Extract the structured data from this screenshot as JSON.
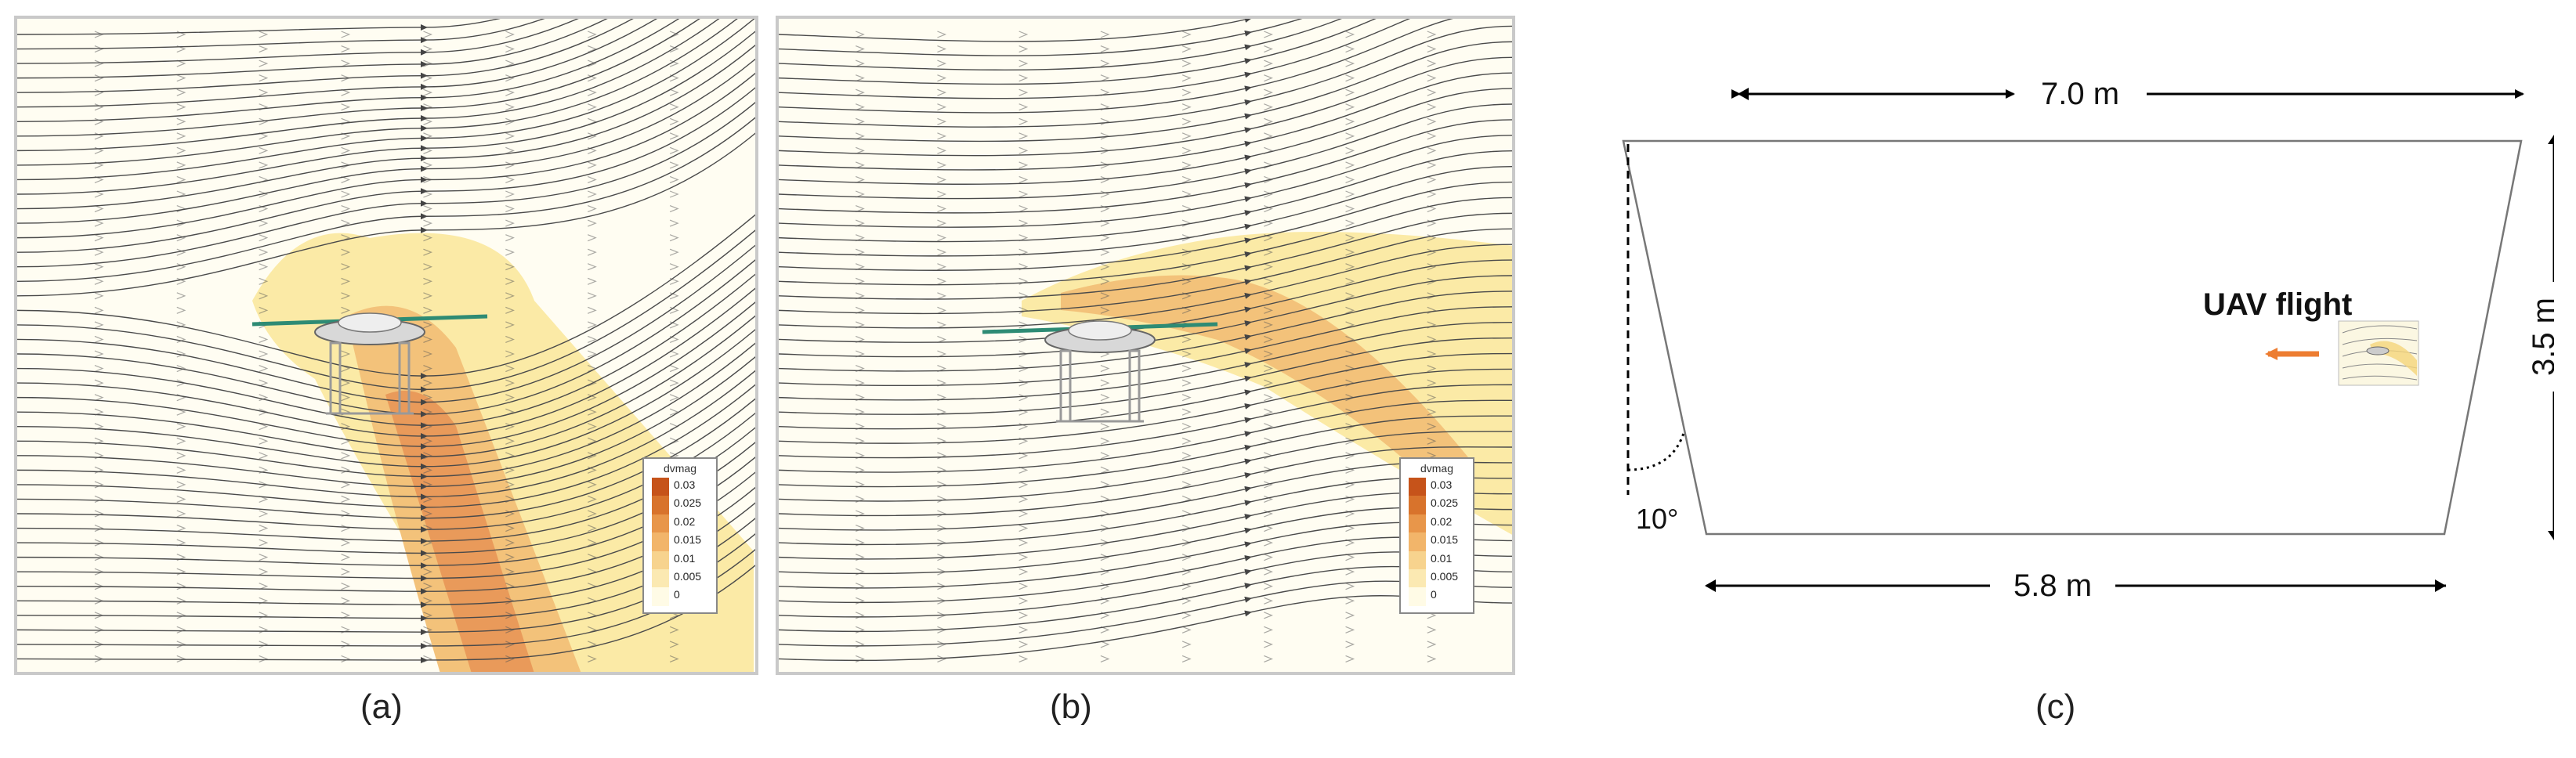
{
  "panels": [
    {
      "legend": {
        "title": "dvmag",
        "ticks": [
          "0.03",
          "0.025",
          "0.02",
          "0.015",
          "0.01",
          "0.005",
          "0"
        ],
        "colors": [
          "#c6531a",
          "#d8732c",
          "#e8964a",
          "#f2b56a",
          "#f7d38e",
          "#fbe9b2",
          "#fffbe6"
        ]
      },
      "caption": "(a)"
    },
    {
      "legend": {
        "title": "dvmag",
        "ticks": [
          "0.03",
          "0.025",
          "0.02",
          "0.015",
          "0.01",
          "0.005",
          "0"
        ],
        "colors": [
          "#c6531a",
          "#d8732c",
          "#e8964a",
          "#f2b56a",
          "#f7d38e",
          "#fbe9b2",
          "#fffbe6"
        ]
      },
      "caption": "(b)"
    }
  ],
  "diagram": {
    "top_width_label": "7.0 m",
    "bottom_width_label": "5.8 m",
    "height_label": "3.5 m",
    "angle_label": "10°",
    "flight_label": "UAV flight",
    "arrow_color": "#ed7d31",
    "caption": "(c)"
  }
}
